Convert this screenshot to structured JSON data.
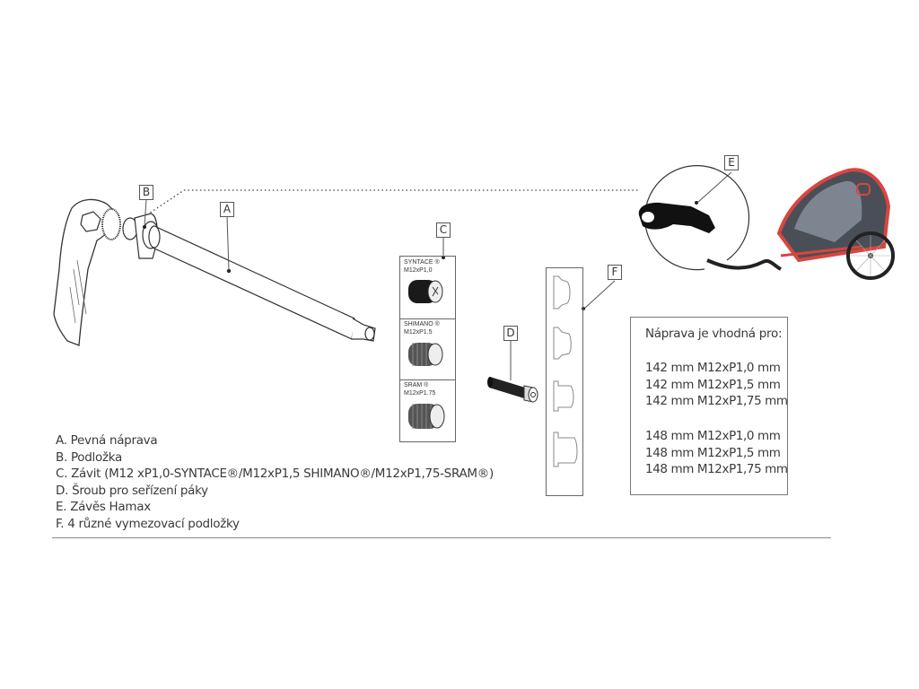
{
  "callouts": {
    "a": "A",
    "b": "B",
    "c": "C",
    "d": "D",
    "e": "E",
    "f": "F"
  },
  "thread_variants": [
    {
      "brand": "SYNTACE ®",
      "spec": "M12xP1,0"
    },
    {
      "brand": "SHIMANO ®",
      "spec": "M12xP1.5"
    },
    {
      "brand": "SRAM ®",
      "spec": "M12xP1.75"
    }
  ],
  "legend": [
    "A. Pevná náprava",
    "B. Podložka",
    "C. Závit (M12 xP1,0-SYNTACE®/M12xP1,5 SHIMANO®/M12xP1,75-SRAM®)",
    "D. Šroub pro seřízení páky",
    "E. Závěs Hamax",
    "F. 4 různé vymezovací podložky"
  ],
  "compatibility": {
    "title": "Náprava je vhodná pro:",
    "group_142": [
      "142 mm M12xP1,0 mm",
      "142 mm M12xP1,5 mm",
      "142 mm M12xP1,75 mm"
    ],
    "group_148": [
      "148 mm M12xP1,0 mm",
      "148 mm M12xP1,5 mm",
      "148 mm M12xP1,75 mm"
    ]
  },
  "colors": {
    "trailer_accent": "#d9453f",
    "trailer_body": "#4a4f57",
    "line": "#555555"
  }
}
